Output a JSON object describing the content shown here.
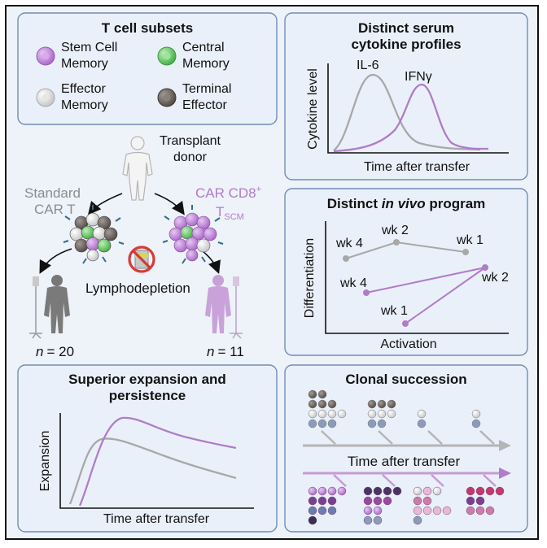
{
  "subsets": {
    "title": "T cell subsets",
    "items": [
      {
        "line1": "Stem Cell",
        "line2": "Memory",
        "color": "#b777d6"
      },
      {
        "line1": "Central",
        "line2": "Memory",
        "color": "#5cc05a"
      },
      {
        "line1": "Effector",
        "line2": "Memory",
        "color": "#d8d8d8"
      },
      {
        "line1": "Terminal",
        "line2": "Effector",
        "color": "#6d6460"
      }
    ]
  },
  "center": {
    "donor_line1": "Transplant",
    "donor_line2": "donor",
    "std_line1": "Standard",
    "std_line2": "CAR T",
    "car_line1": "CAR CD8",
    "car_sup": "+",
    "car_line2": "T",
    "car_sub": "SCM",
    "lympho": "Lymphodepletion",
    "n_label": "n",
    "n_left": "= 20",
    "n_right": "= 11"
  },
  "cytokine": {
    "title_line1": "Distinct serum",
    "title_line2": "cytokine  profiles",
    "xlabel": "Time after transfer",
    "ylabel": "Cytokine level",
    "il6": "IL-6",
    "ifng": "IFNγ"
  },
  "program": {
    "title_a": "Distinct ",
    "title_b": "in vivo",
    "title_c": " program",
    "xlabel": "Activation",
    "ylabel": "Differentiation",
    "gray_wk4": "wk 4",
    "gray_wk2": "wk 2",
    "gray_wk1": "wk 1",
    "purp_wk4": "wk 4",
    "purp_wk2": "wk 2",
    "purp_wk1": "wk 1"
  },
  "expansion": {
    "title_line1": "Superior expansion and",
    "title_line2": "persistence",
    "xlabel": "Time after transfer",
    "ylabel": "Expansion"
  },
  "clonal": {
    "title": "Clonal succession",
    "xlabel": "Time after transfer"
  },
  "colors": {
    "gray_series": "#a8a8a8",
    "purple_series": "#b07cc9",
    "panel_border": "#6f8db8",
    "panel_fill": "#eaf0f9"
  }
}
